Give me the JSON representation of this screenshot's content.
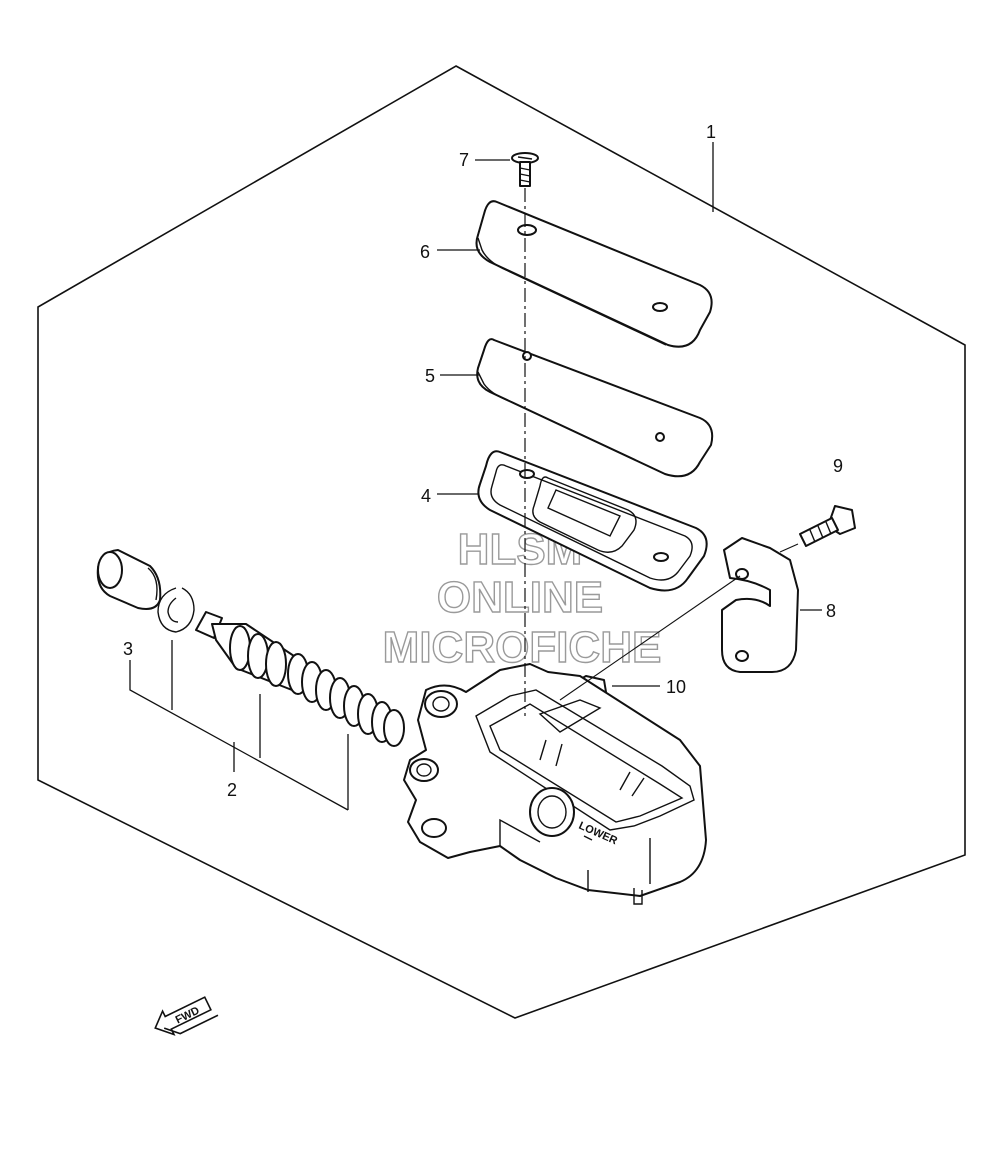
{
  "callouts": [
    {
      "id": "1",
      "label": "1"
    },
    {
      "id": "2",
      "label": "2"
    },
    {
      "id": "3",
      "label": "3"
    },
    {
      "id": "4",
      "label": "4"
    },
    {
      "id": "5",
      "label": "5"
    },
    {
      "id": "6",
      "label": "6"
    },
    {
      "id": "7",
      "label": "7"
    },
    {
      "id": "8",
      "label": "8"
    },
    {
      "id": "9",
      "label": "9"
    },
    {
      "id": "10",
      "label": "10"
    }
  ],
  "watermark": {
    "line1": "HLSM",
    "line2": "ONLINE",
    "line3": "MICROFICHE"
  },
  "part_markings": {
    "lower": "LOWER"
  },
  "direction_arrow": {
    "label": "FWD"
  }
}
